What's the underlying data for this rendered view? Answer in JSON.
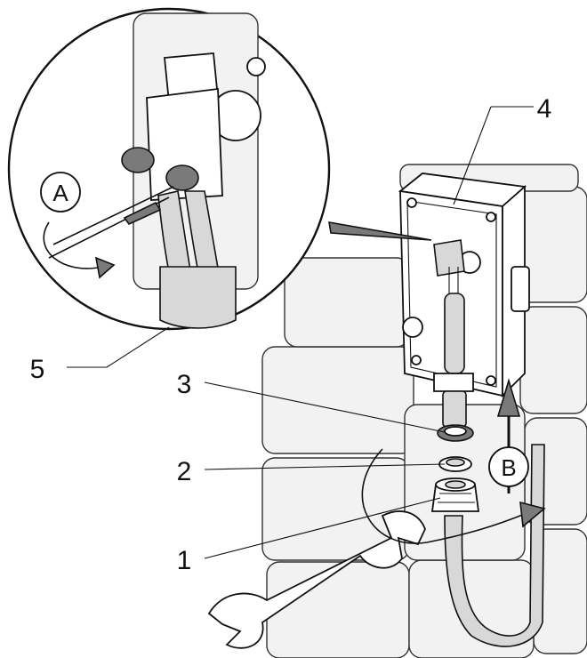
{
  "callouts": {
    "c1": "1",
    "c2": "2",
    "c3": "3",
    "c4": "4",
    "c5": "5"
  },
  "markers": {
    "a": "A",
    "b": "B"
  },
  "colors": {
    "line": "#111111",
    "tile_fill": "#f2f2f2",
    "cable_fill": "#d8d8d8",
    "shadow": "#7a7a7a"
  }
}
